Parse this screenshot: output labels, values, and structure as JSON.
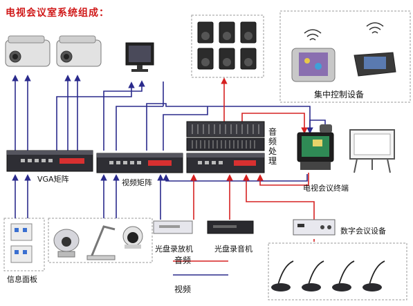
{
  "title": "电视会议室系统组成：",
  "labels": {
    "vga_matrix": "VGA矩阵",
    "video_matrix": "视频矩阵",
    "audio_processing": "音频处理",
    "central_control": "集中控制设备",
    "video_conf_terminal": "电视会议终端",
    "info_panel": "信息面板",
    "dvd_player": "光盘录放机",
    "dvd_recorder": "光盘录音机",
    "digital_conf": "数字会议设备"
  },
  "legend": {
    "audio": "音频",
    "video": "视频"
  },
  "colors": {
    "audio_line": "#d62020",
    "video_line": "#2a2a8c",
    "accent_title": "#d01818",
    "box_border": "#888888"
  }
}
